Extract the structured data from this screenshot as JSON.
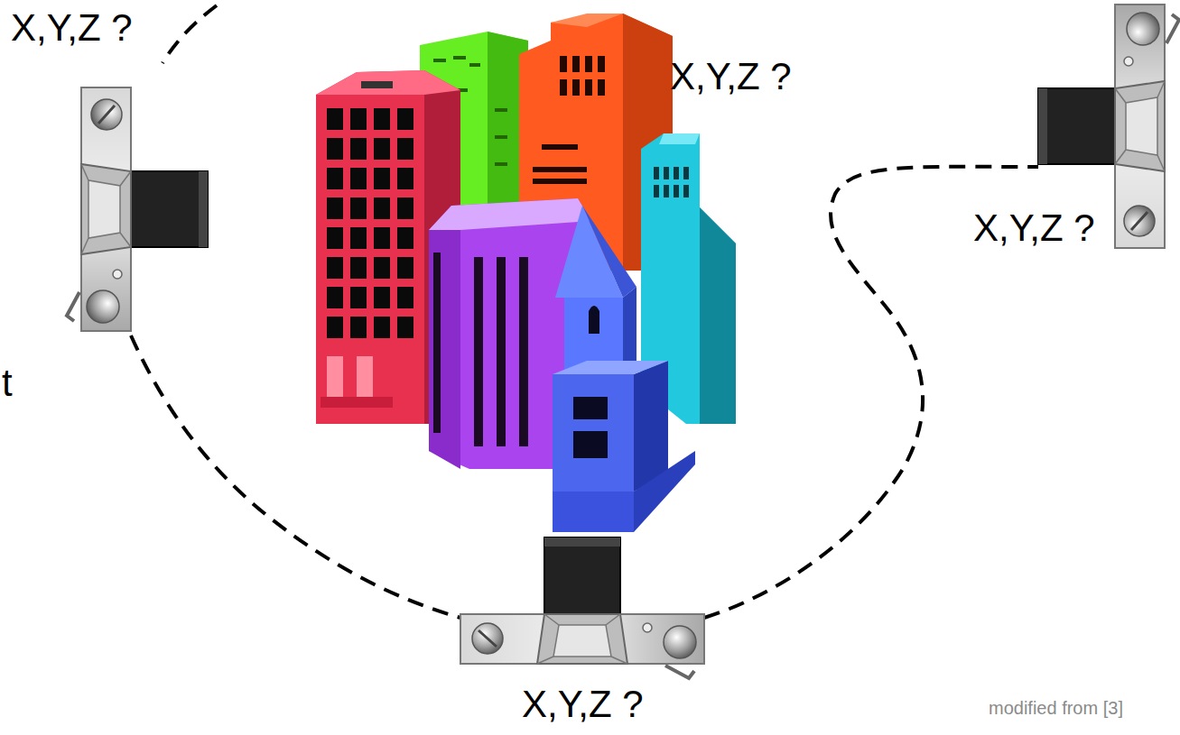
{
  "diagram": {
    "labels": [
      "X,Y,Z ?",
      "X,Y,Z ?",
      "X,Y,Z ?",
      "X,Y,Z ?",
      "t",
      "modified from [3]"
    ]
  }
}
